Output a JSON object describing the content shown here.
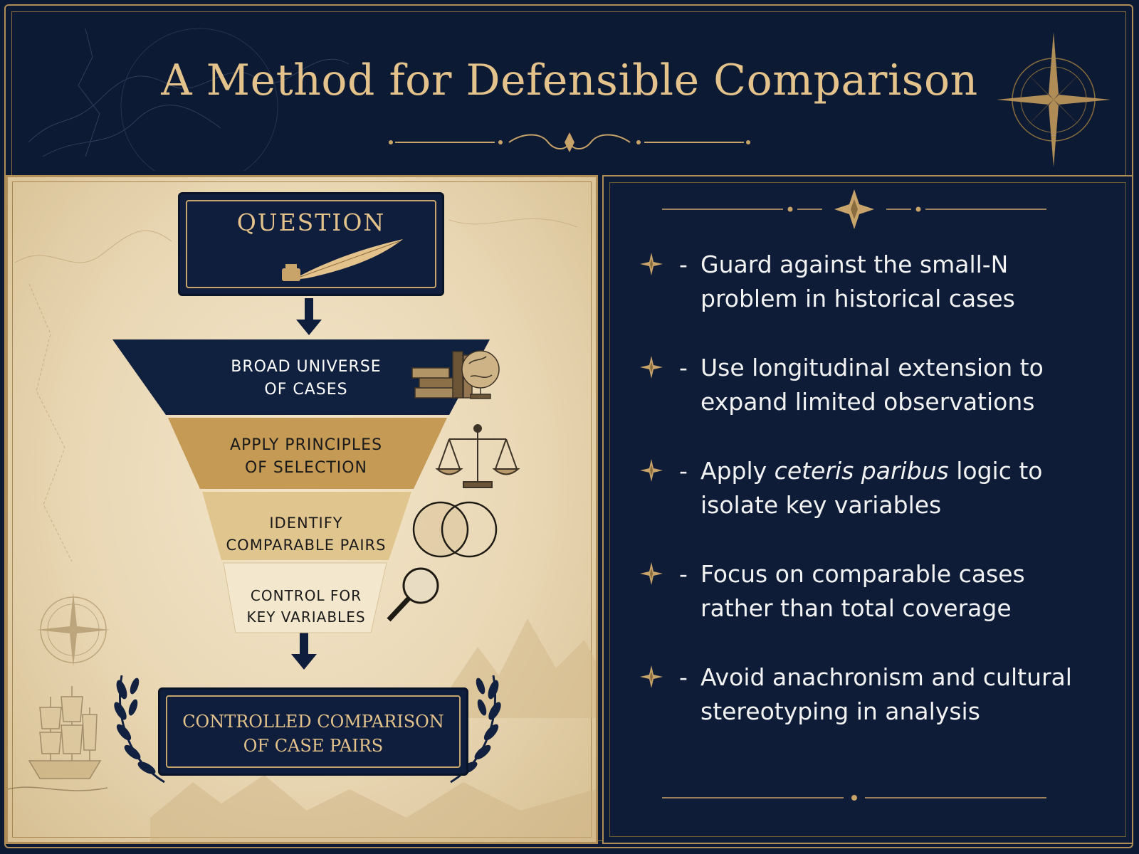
{
  "title": "A Method for Defensible Comparison",
  "funnel": {
    "question": "QUESTION",
    "stages": [
      {
        "line1": "BROAD UNIVERSE",
        "line2": "OF CASES",
        "icon": "books-globe-icon"
      },
      {
        "line1": "APPLY PRINCIPLES",
        "line2": "OF SELECTION",
        "icon": "scales-icon"
      },
      {
        "line1": "IDENTIFY",
        "line2": "COMPARABLE PAIRS",
        "icon": "venn-circles-icon"
      },
      {
        "line1": "CONTROL FOR",
        "line2": "KEY VARIABLES",
        "icon": "magnifier-icon"
      }
    ],
    "result": {
      "line1": "CONTROLLED COMPARISON",
      "line2": "OF CASE PAIRS"
    }
  },
  "bullets": [
    {
      "dash": "-",
      "pre": "Guard against the small-N",
      "italic": "",
      "post": "",
      "line2": "problem in historical cases"
    },
    {
      "dash": "-",
      "pre": "Use longitudinal extension to",
      "italic": "",
      "post": "",
      "line2": "expand limited observations"
    },
    {
      "dash": "-",
      "pre": "Apply ",
      "italic": "ceteris paribus",
      "post": " logic to",
      "line2": "isolate key variables"
    },
    {
      "dash": "-",
      "pre": "Focus on comparable cases",
      "italic": "",
      "post": "",
      "line2": "rather than total coverage"
    },
    {
      "dash": "-",
      "pre": "Avoid anachronism and cultural",
      "italic": "",
      "post": "",
      "line2": "stereotyping in analysis"
    }
  ],
  "colors": {
    "navy": "#0e1c38",
    "gold": "#c9a46a",
    "parchment": "#efe0c2",
    "tan": "#c8a56a",
    "lightTan": "#e2c996"
  }
}
